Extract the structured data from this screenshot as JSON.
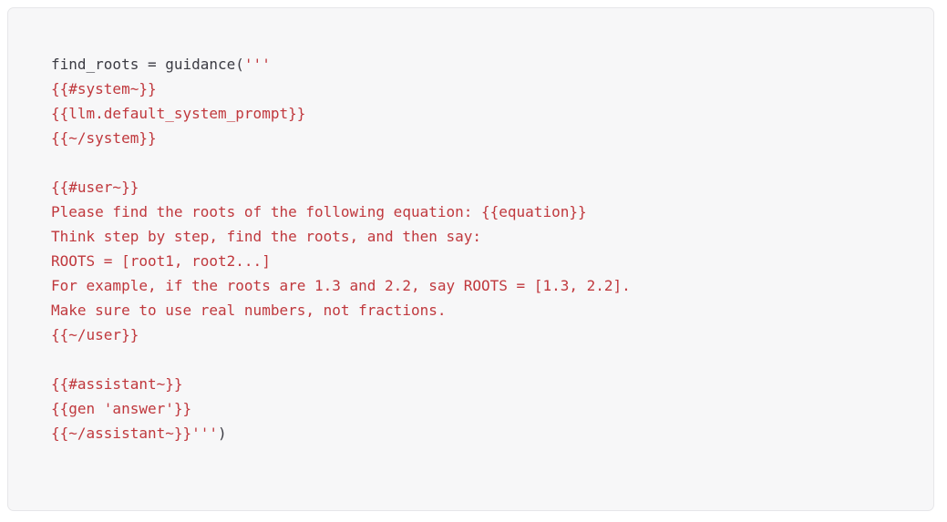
{
  "code_block": {
    "language": "python",
    "colors": {
      "code": "#3b3b43",
      "string": "#c0383d",
      "background": "#f7f7f8",
      "border": "#e6e6e9",
      "page_background": "#ffffff"
    },
    "lines": [
      {
        "segments": [
          {
            "type": "code",
            "text": "find_roots = guidance("
          },
          {
            "type": "string",
            "text": "'''"
          }
        ]
      },
      {
        "segments": [
          {
            "type": "string",
            "text": "{{#system~}}"
          }
        ]
      },
      {
        "segments": [
          {
            "type": "string",
            "text": "{{llm.default_system_prompt}}"
          }
        ]
      },
      {
        "segments": [
          {
            "type": "string",
            "text": "{{~/system}}"
          }
        ]
      },
      {
        "segments": []
      },
      {
        "segments": [
          {
            "type": "string",
            "text": "{{#user~}}"
          }
        ]
      },
      {
        "segments": [
          {
            "type": "string",
            "text": "Please find the roots of the following equation: {{equation}}"
          }
        ]
      },
      {
        "segments": [
          {
            "type": "string",
            "text": "Think step by step, find the roots, and then say:"
          }
        ]
      },
      {
        "segments": [
          {
            "type": "string",
            "text": "ROOTS = [root1, root2...]"
          }
        ]
      },
      {
        "segments": [
          {
            "type": "string",
            "text": "For example, if the roots are 1.3 and 2.2, say ROOTS = [1.3, 2.2]."
          }
        ]
      },
      {
        "segments": [
          {
            "type": "string",
            "text": "Make sure to use real numbers, not fractions."
          }
        ]
      },
      {
        "segments": [
          {
            "type": "string",
            "text": "{{~/user}}"
          }
        ]
      },
      {
        "segments": []
      },
      {
        "segments": [
          {
            "type": "string",
            "text": "{{#assistant~}}"
          }
        ]
      },
      {
        "segments": [
          {
            "type": "string",
            "text": "{{gen 'answer'}}"
          }
        ]
      },
      {
        "segments": [
          {
            "type": "string",
            "text": "{{~/assistant~}}'''"
          },
          {
            "type": "code",
            "text": ")"
          }
        ]
      },
      {
        "segments": []
      }
    ]
  }
}
